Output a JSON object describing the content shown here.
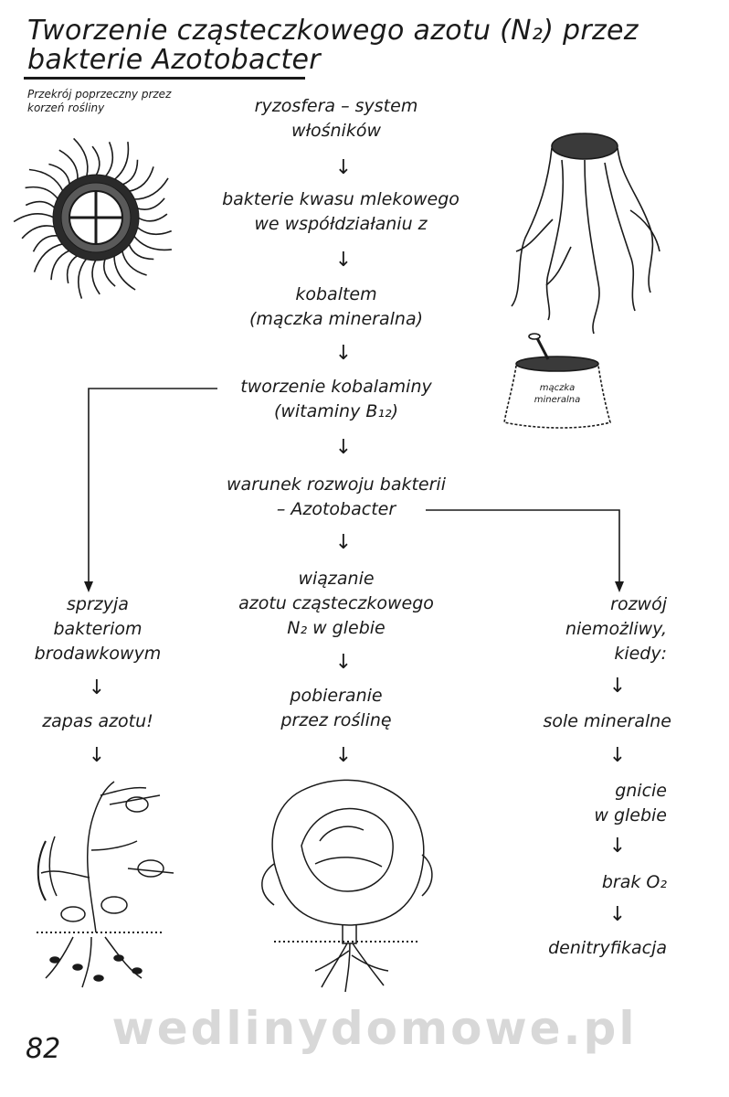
{
  "title": {
    "line1": "Tworzenie cząsteczkowego azotu (N₂) przez",
    "line2": "bakterie Azotobacter"
  },
  "caption": {
    "line1": "Przekrój poprzeczny przez",
    "line2": "korzeń rośliny"
  },
  "bag_label": {
    "line1": "mączka",
    "line2": "mineralna"
  },
  "center": {
    "n1": [
      "ryzosfera – system",
      "włośników"
    ],
    "n2": [
      "bakterie kwasu mlekowego",
      "we współdziałaniu z"
    ],
    "n3": [
      "kobaltem",
      "(mączka mineralna)"
    ],
    "n4": [
      "tworzenie kobalaminy",
      "(witaminy B₁₂)"
    ],
    "n5": [
      "warunek rozwoju bakterii",
      "– Azotobacter"
    ],
    "n6": [
      "wiązanie",
      "azotu cząsteczkowego",
      "N₂ w glebie"
    ],
    "n7": [
      "pobieranie",
      "przez roślinę"
    ]
  },
  "left": {
    "n1": [
      "sprzyja",
      "bakteriom",
      "brodawkowym"
    ],
    "n2": [
      "zapas azotu!"
    ]
  },
  "right": {
    "n1": [
      "rozwój",
      "niemożliwy,",
      "kiedy:"
    ],
    "n2": [
      "sole mineralne"
    ],
    "n3": [
      "gnicie",
      "w glebie"
    ],
    "n4": [
      "brak O₂"
    ],
    "n5": [
      "denitryfikacja"
    ]
  },
  "arrow_symbol": "↓",
  "watermark": "wedlinydomowe.pl",
  "page_number": "82"
}
